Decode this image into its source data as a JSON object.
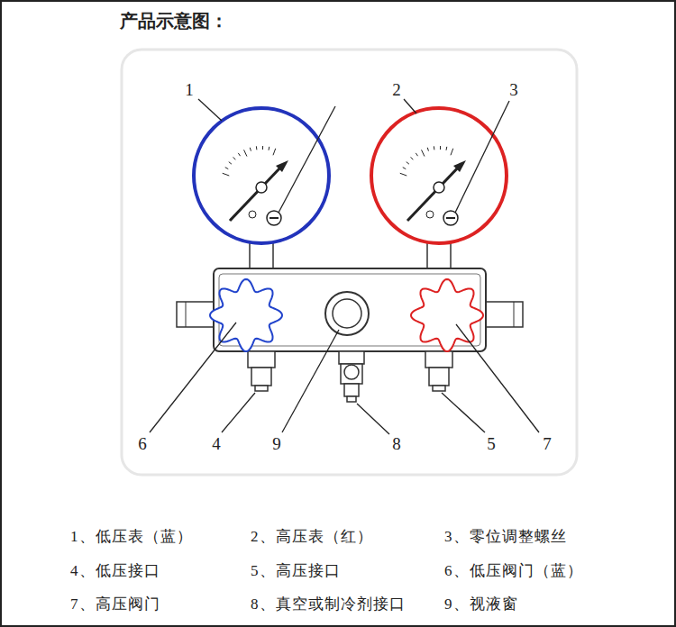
{
  "diagram": {
    "title": "产品示意图：",
    "labels": [
      "1",
      "2",
      "3",
      "6",
      "4",
      "9",
      "8",
      "5",
      "7",
      "1、低压表（蓝）",
      "2、高压表（红）",
      "3、零位调整螺丝",
      "4、低压接口",
      "5、高压接口",
      "6、低压阀门（蓝）",
      "7、高压阀门",
      "8、真空或制冷剂接口",
      "9、视液窗"
    ]
  }
}
